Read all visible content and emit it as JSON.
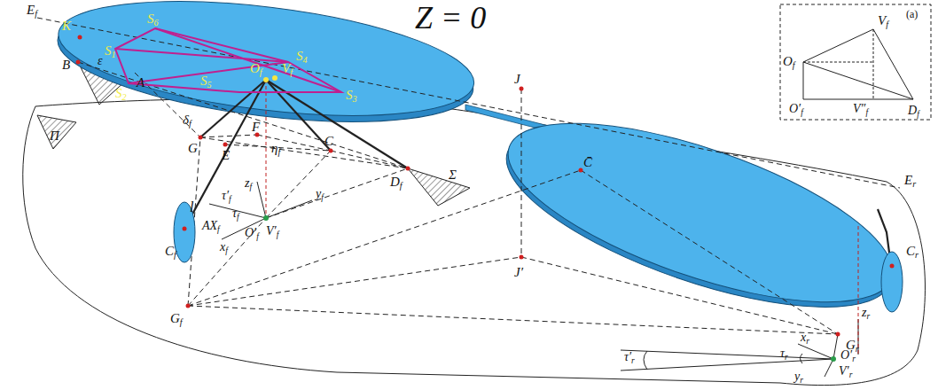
{
  "diagram": {
    "labels": [
      "Z = 0",
      "(a)",
      "Vf",
      "Of",
      "O′f",
      "V″f",
      "Df",
      "Ef",
      "K",
      "S6",
      "S1",
      "S4",
      "S5",
      "S2",
      "S3",
      "Of",
      "Vf",
      "B",
      "A",
      "ε",
      "Π",
      "δf",
      "F",
      "G",
      "E",
      "ηf",
      "C",
      "Df",
      "Σ",
      "J",
      "C̄",
      "Er",
      "zf",
      "τ′f",
      "τf",
      "yf",
      "l",
      "Cf",
      "AXf",
      "O′f",
      "V′f",
      "xf",
      "Gf",
      "J′",
      "Cr",
      "zr",
      "Gr",
      "xr",
      "τ′r",
      "τr",
      "O′r",
      "V′r",
      "yr"
    ]
  }
}
